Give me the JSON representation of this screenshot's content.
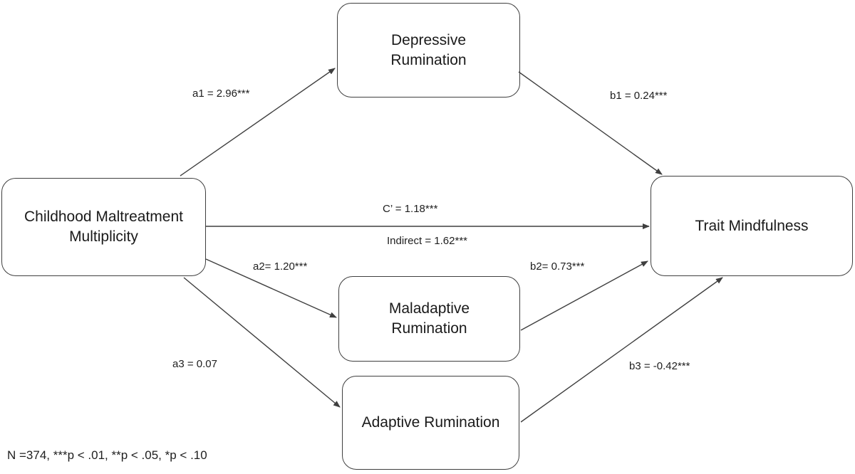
{
  "diagram": {
    "nodes": {
      "childhood": {
        "line1": "Childhood Maltreatment",
        "line2": "Multiplicity"
      },
      "depressive": {
        "line1": "Depressive",
        "line2": "Rumination"
      },
      "maladaptive": {
        "line1": "Maladaptive",
        "line2": "Rumination"
      },
      "adaptive": {
        "line1": "Adaptive Rumination",
        "line2": ""
      },
      "trait": {
        "line1": "Trait Mindfulness",
        "line2": ""
      }
    },
    "paths": {
      "a1": {
        "label": "a1 = 2.96***"
      },
      "b1": {
        "label": "b1 = 0.24***"
      },
      "direct": {
        "label": "C’ = 1.18***"
      },
      "indirect": {
        "label": "Indirect = 1.62***"
      },
      "a2": {
        "label": "a2= 1.20***"
      },
      "b2": {
        "label": "b2= 0.73***"
      },
      "a3": {
        "label": "a3 = 0.07"
      },
      "b3": {
        "label": "b3 = -0.42***"
      }
    },
    "footnote": "N =374, ***p < .01, **p < .05, *p < .10",
    "colors": {
      "line": "#3f3f3f",
      "text": "#1a1a1a",
      "background": "#ffffff"
    }
  }
}
